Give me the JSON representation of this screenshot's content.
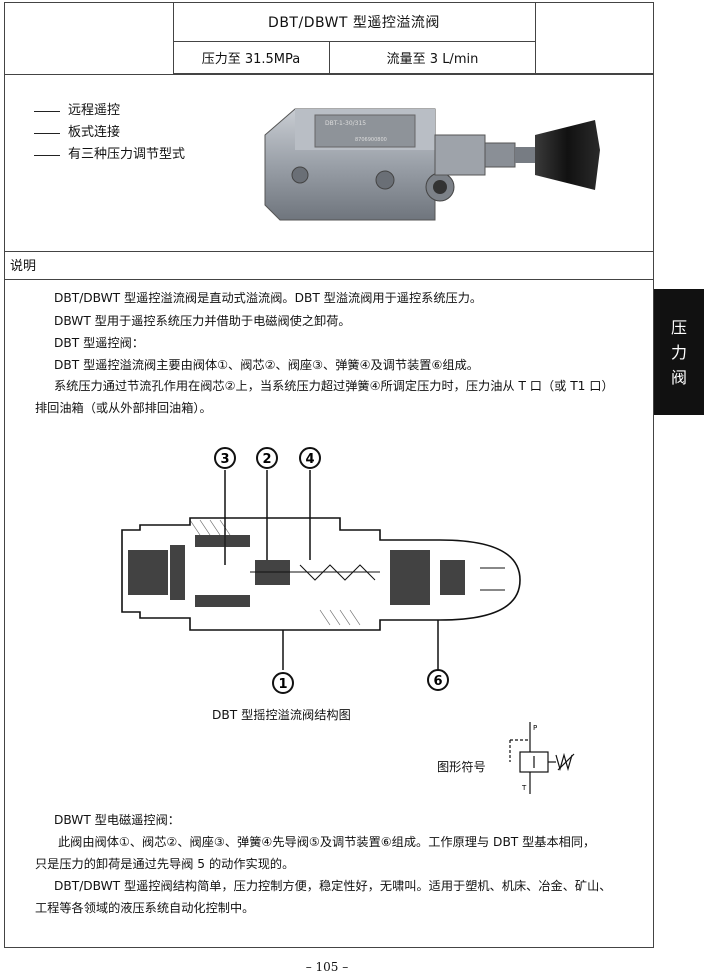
{
  "header": {
    "title": "DBT/DBWT 型遥控溢流阀",
    "pressure": "压力至 31.5MPa",
    "flow": "流量至 3 L/min"
  },
  "features": [
    "远程遥控",
    "板式连接",
    "有三种压力调节型式"
  ],
  "product_photo": {
    "plate_line1": "DBT-1-30/315",
    "plate_line2": "8706900800"
  },
  "section_label": "说明",
  "description": [
    "DBT/DBWT 型遥控溢流阀是直动式溢流阀。DBT 型溢流阀用于遥控系统压力。",
    "DBWT 型用于遥控系统压力并借助于电磁阀使之卸荷。",
    "DBT 型遥控阀：",
    "DBT 型遥控溢流阀主要由阀体①、阀芯②、阀座③、弹簧④及调节装置⑥组成。",
    "系统压力通过节流孔作用在阀芯②上，当系统压力超过弹簧④所调定压力时，压力油从 T 口（或 T1 口）",
    "排回油箱（或从外部排回油箱）。"
  ],
  "diagram": {
    "callouts": [
      "3",
      "2",
      "4",
      "1",
      "6"
    ],
    "caption": "DBT 型摇控溢流阀结构图"
  },
  "symbol": {
    "label": "图形符号",
    "port_p": "P",
    "port_t": "T"
  },
  "dbwt": [
    "DBWT 型电磁遥控阀：",
    "此阀由阀体①、阀芯②、阀座③、弹簧④先导阀⑤及调节装置⑥组成。工作原理与 DBT 型基本相同，",
    "只是压力的卸荷是通过先导阀 5 的动作实现的。",
    "DBT/DBWT 型遥控阀结构简单，压力控制方便，稳定性好，无啸叫。适用于塑机、机床、冶金、矿山、",
    "工程等各领域的液压系统自动化控制中。"
  ],
  "side_tab": [
    "压",
    "力",
    "阀"
  ],
  "page_number": "– 105 –"
}
